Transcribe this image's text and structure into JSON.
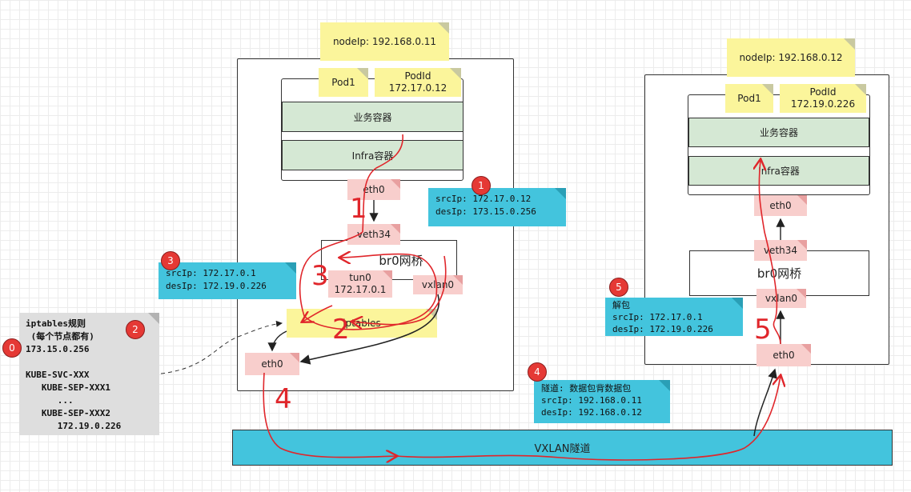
{
  "node1": {
    "nodeip_label": "nodeIp: 192.168.0.11",
    "pod_label": "Pod1",
    "podid_label": "PodId\n172.17.0.12",
    "biz_container": "业务容器",
    "infra_container": "Infra容器",
    "eth0_pod": "eth0",
    "veth": "veth34",
    "bridge": "br0网桥",
    "tun": "tun0\n172.17.0.1",
    "vxlan": "vxlan0",
    "iptables": "iptables",
    "eth0_node": "eth0"
  },
  "node2": {
    "nodeip_label": "nodeIp: 192.168.0.12",
    "pod_label": "Pod1",
    "podid_label": "PodId\n172.19.0.226",
    "biz_container": "业务容器",
    "infra_container": "Infra容器",
    "eth0_pod": "eth0",
    "veth": "veth34",
    "bridge": "br0网桥",
    "vxlan": "vxlan0",
    "eth0_node": "eth0"
  },
  "tunnel_label": "VXLAN隧道",
  "notes": {
    "n1": "srcIp: 172.17.0.12\ndesIp: 173.15.0.256",
    "n3": "srcIp: 172.17.0.1\ndesIp: 172.19.0.226",
    "n4": "隧道: 数据包背数据包\nsrcIp: 192.168.0.11\ndesIp: 192.168.0.12",
    "n5": "解包\nsrcIp: 172.17.0.1\ndesIp: 172.19.0.226",
    "iptables_rules": "iptables规则\n (每个节点都有)\n173.15.0.256\n\nKUBE-SVC-XXX\n   KUBE-SEP-XXX1\n      ...\n   KUBE-SEP-XXX2\n      172.19.0.226"
  },
  "badges": [
    "0",
    "1",
    "2",
    "3",
    "4",
    "5"
  ],
  "step_labels": [
    "1",
    "2",
    "3",
    "4",
    "5"
  ],
  "colors": {
    "yellow_note": "#fbf59b",
    "pink_iface": "#f8cecc",
    "cyan_note": "#43c4dd",
    "green_container": "#d5e8d4",
    "red_path": "#e0262b",
    "badge_red": "#e53935",
    "grey_note": "#dedede"
  }
}
